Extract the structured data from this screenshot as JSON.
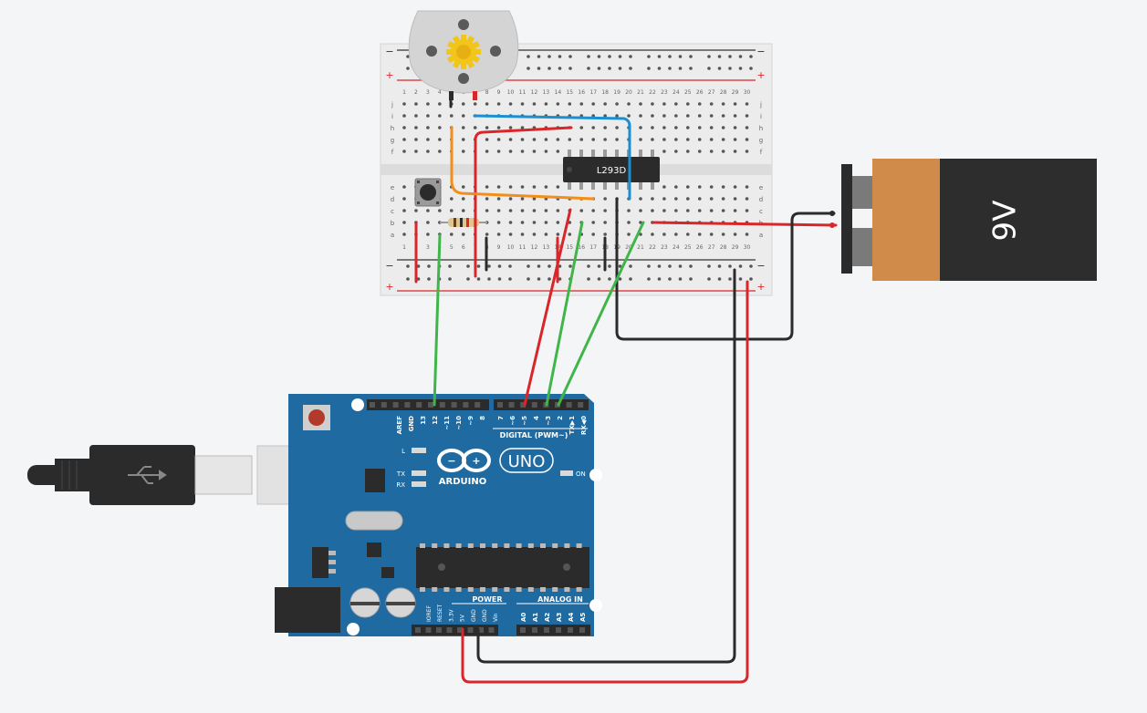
{
  "motor": {
    "label": ""
  },
  "chip": {
    "label": "L293D"
  },
  "battery": {
    "label": "9V"
  },
  "breadboard": {
    "columns": [
      "1",
      "2",
      "3",
      "4",
      "5",
      "6",
      "7",
      "8",
      "9",
      "10",
      "11",
      "12",
      "13",
      "14",
      "15",
      "16",
      "17",
      "18",
      "19",
      "20",
      "21",
      "22",
      "23",
      "24",
      "25",
      "26",
      "27",
      "28",
      "29",
      "30"
    ],
    "rows_top": [
      "j",
      "i",
      "h",
      "g",
      "f"
    ],
    "rows_bottom": [
      "e",
      "d",
      "c",
      "b",
      "a"
    ],
    "rail_minus": "−",
    "rail_plus": "+"
  },
  "arduino": {
    "brand": "ARDUINO",
    "model": "UNO",
    "digital_label": "DIGITAL (PWM~)",
    "power_label": "POWER",
    "analog_label": "ANALOG IN",
    "on_label": "ON",
    "l_label": "L",
    "tx_label": "TX",
    "rx_label": "RX",
    "digital_pins": [
      "AREF",
      "GND",
      "13",
      "12",
      "~11",
      "~10",
      "~9",
      "8",
      "7",
      "~6",
      "~5",
      "4",
      "~3",
      "2",
      "TX▶1",
      "RX◀0"
    ],
    "power_pins": [
      "IOREF",
      "RESET",
      "3.3V",
      "5V",
      "GND",
      "GND",
      "Vin"
    ],
    "analog_pins": [
      "A0",
      "A1",
      "A2",
      "A3",
      "A4",
      "A5"
    ]
  },
  "colors": {
    "wire_red": "#d9262a",
    "wire_green": "#3fb54a",
    "wire_black": "#2b2b2b",
    "wire_blue": "#1c8fd1",
    "wire_orange": "#f28e1c",
    "arduino_blue": "#1f6aa0",
    "battery_orange": "#d08a4a"
  }
}
